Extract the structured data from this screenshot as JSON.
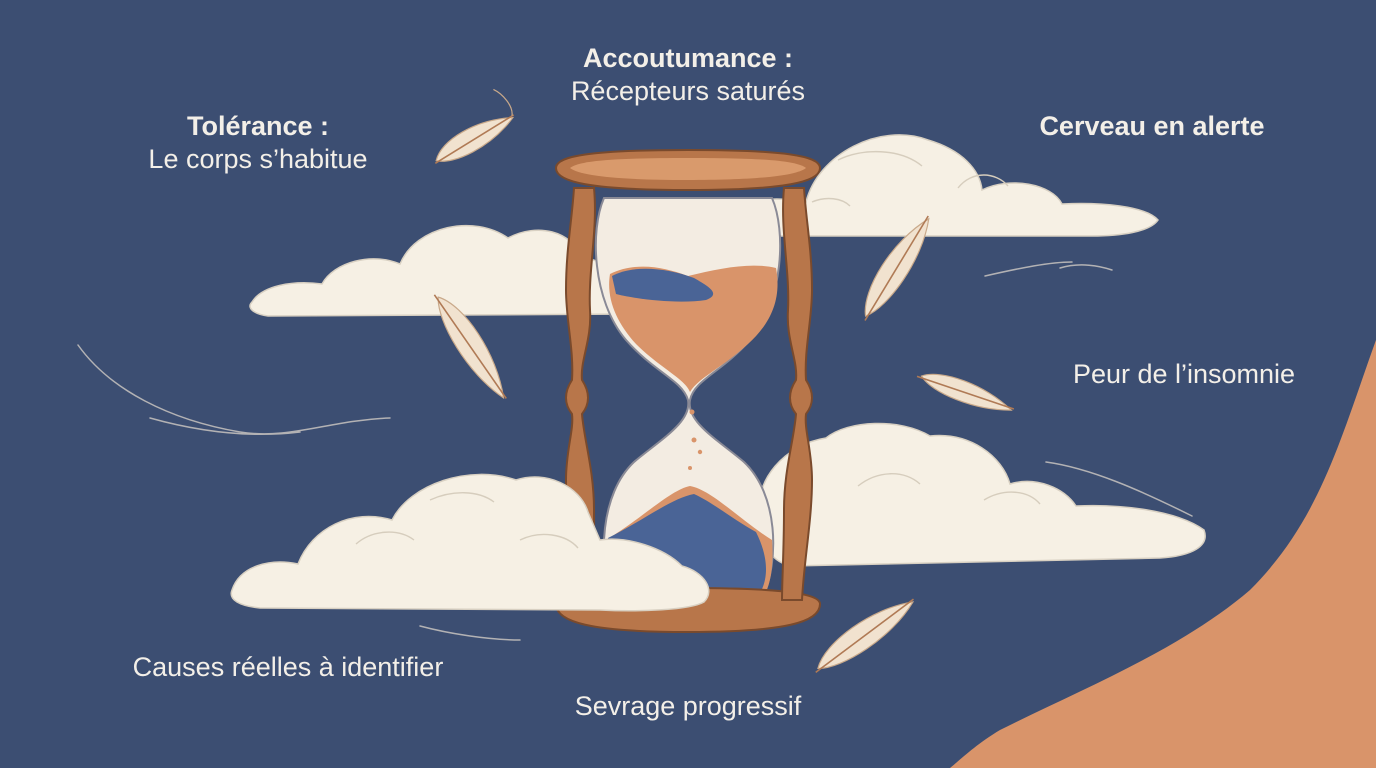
{
  "labels": {
    "accoutumance": {
      "title": "Accoutumance :",
      "subtitle": "Récepteurs saturés"
    },
    "tolerance": {
      "title": "Tolérance :",
      "subtitle": "Le corps s’habitue"
    },
    "cerveau": "Cerveau en alerte",
    "peur": "Peur de l’insomnie",
    "causes": "Causes réelles à identifier",
    "sevrage": "Sevrage progressif"
  },
  "colors": {
    "background": "#3c4e72",
    "sand": "#d9946a",
    "blue_sand": "#4a6496",
    "wood": "#b8764a",
    "cloud": "#f6f0e4",
    "text": "#f3efe8"
  },
  "illustration": {
    "central_object": "hourglass-icon",
    "decorations": [
      "cloud-icon",
      "feather-icon",
      "wind-stroke"
    ]
  }
}
